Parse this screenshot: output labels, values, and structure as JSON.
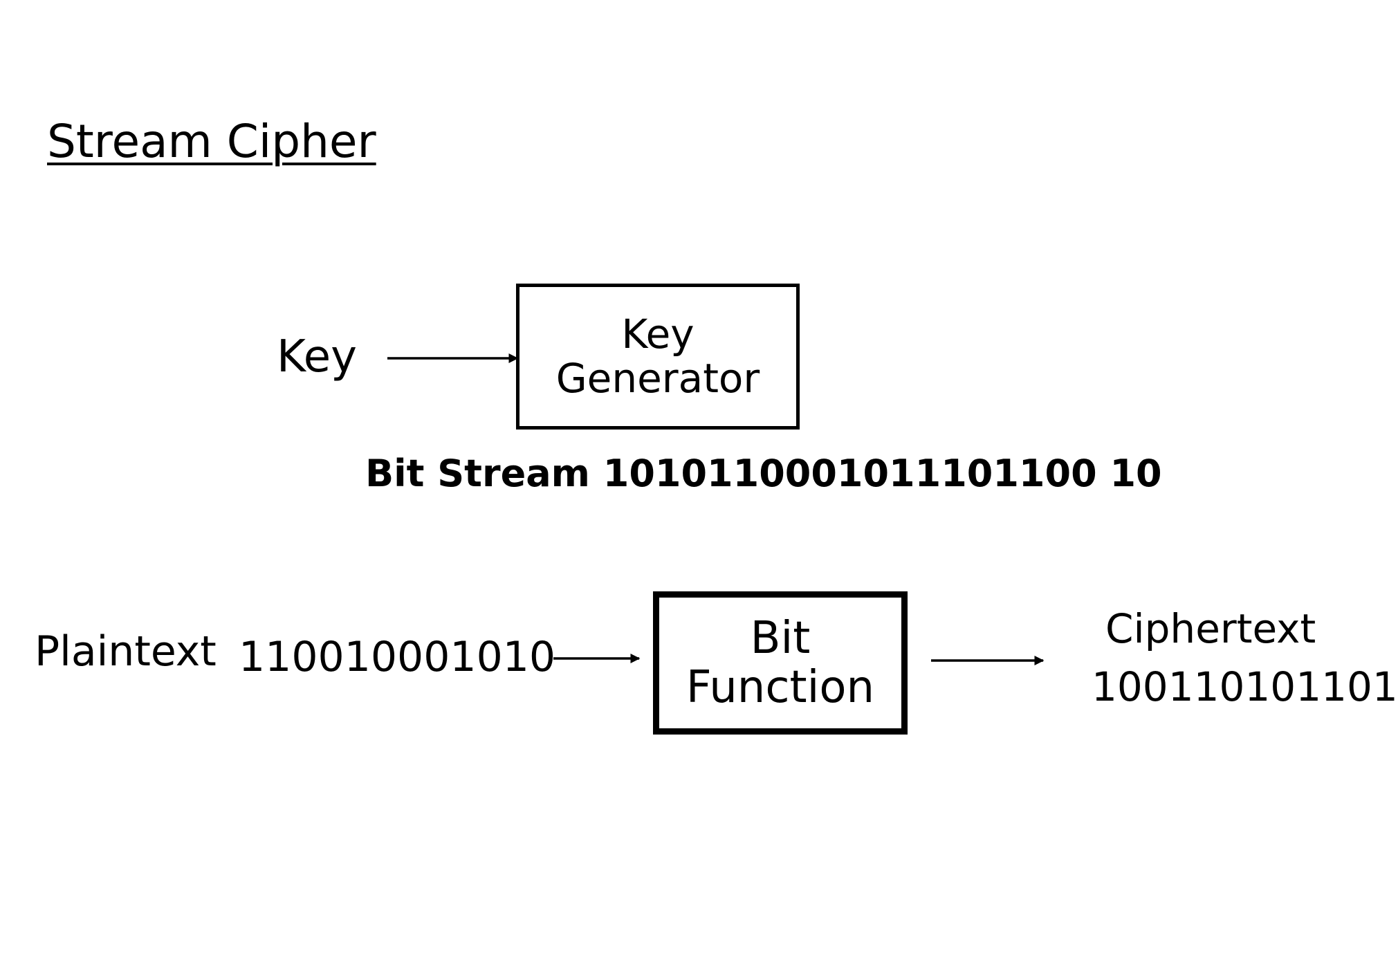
{
  "title": "Stream Cipher",
  "key": {
    "label": "Key"
  },
  "key_generator": {
    "line1": "Key",
    "line2": "Generator"
  },
  "bit_stream": {
    "text": "Bit Stream 1010110001011101100 10"
  },
  "plaintext": {
    "label": "Plaintext",
    "value": "110010001010"
  },
  "bit_function": {
    "line1": "Bit",
    "line2": "Function"
  },
  "ciphertext": {
    "label": "Ciphertext",
    "value": "100110101101"
  }
}
